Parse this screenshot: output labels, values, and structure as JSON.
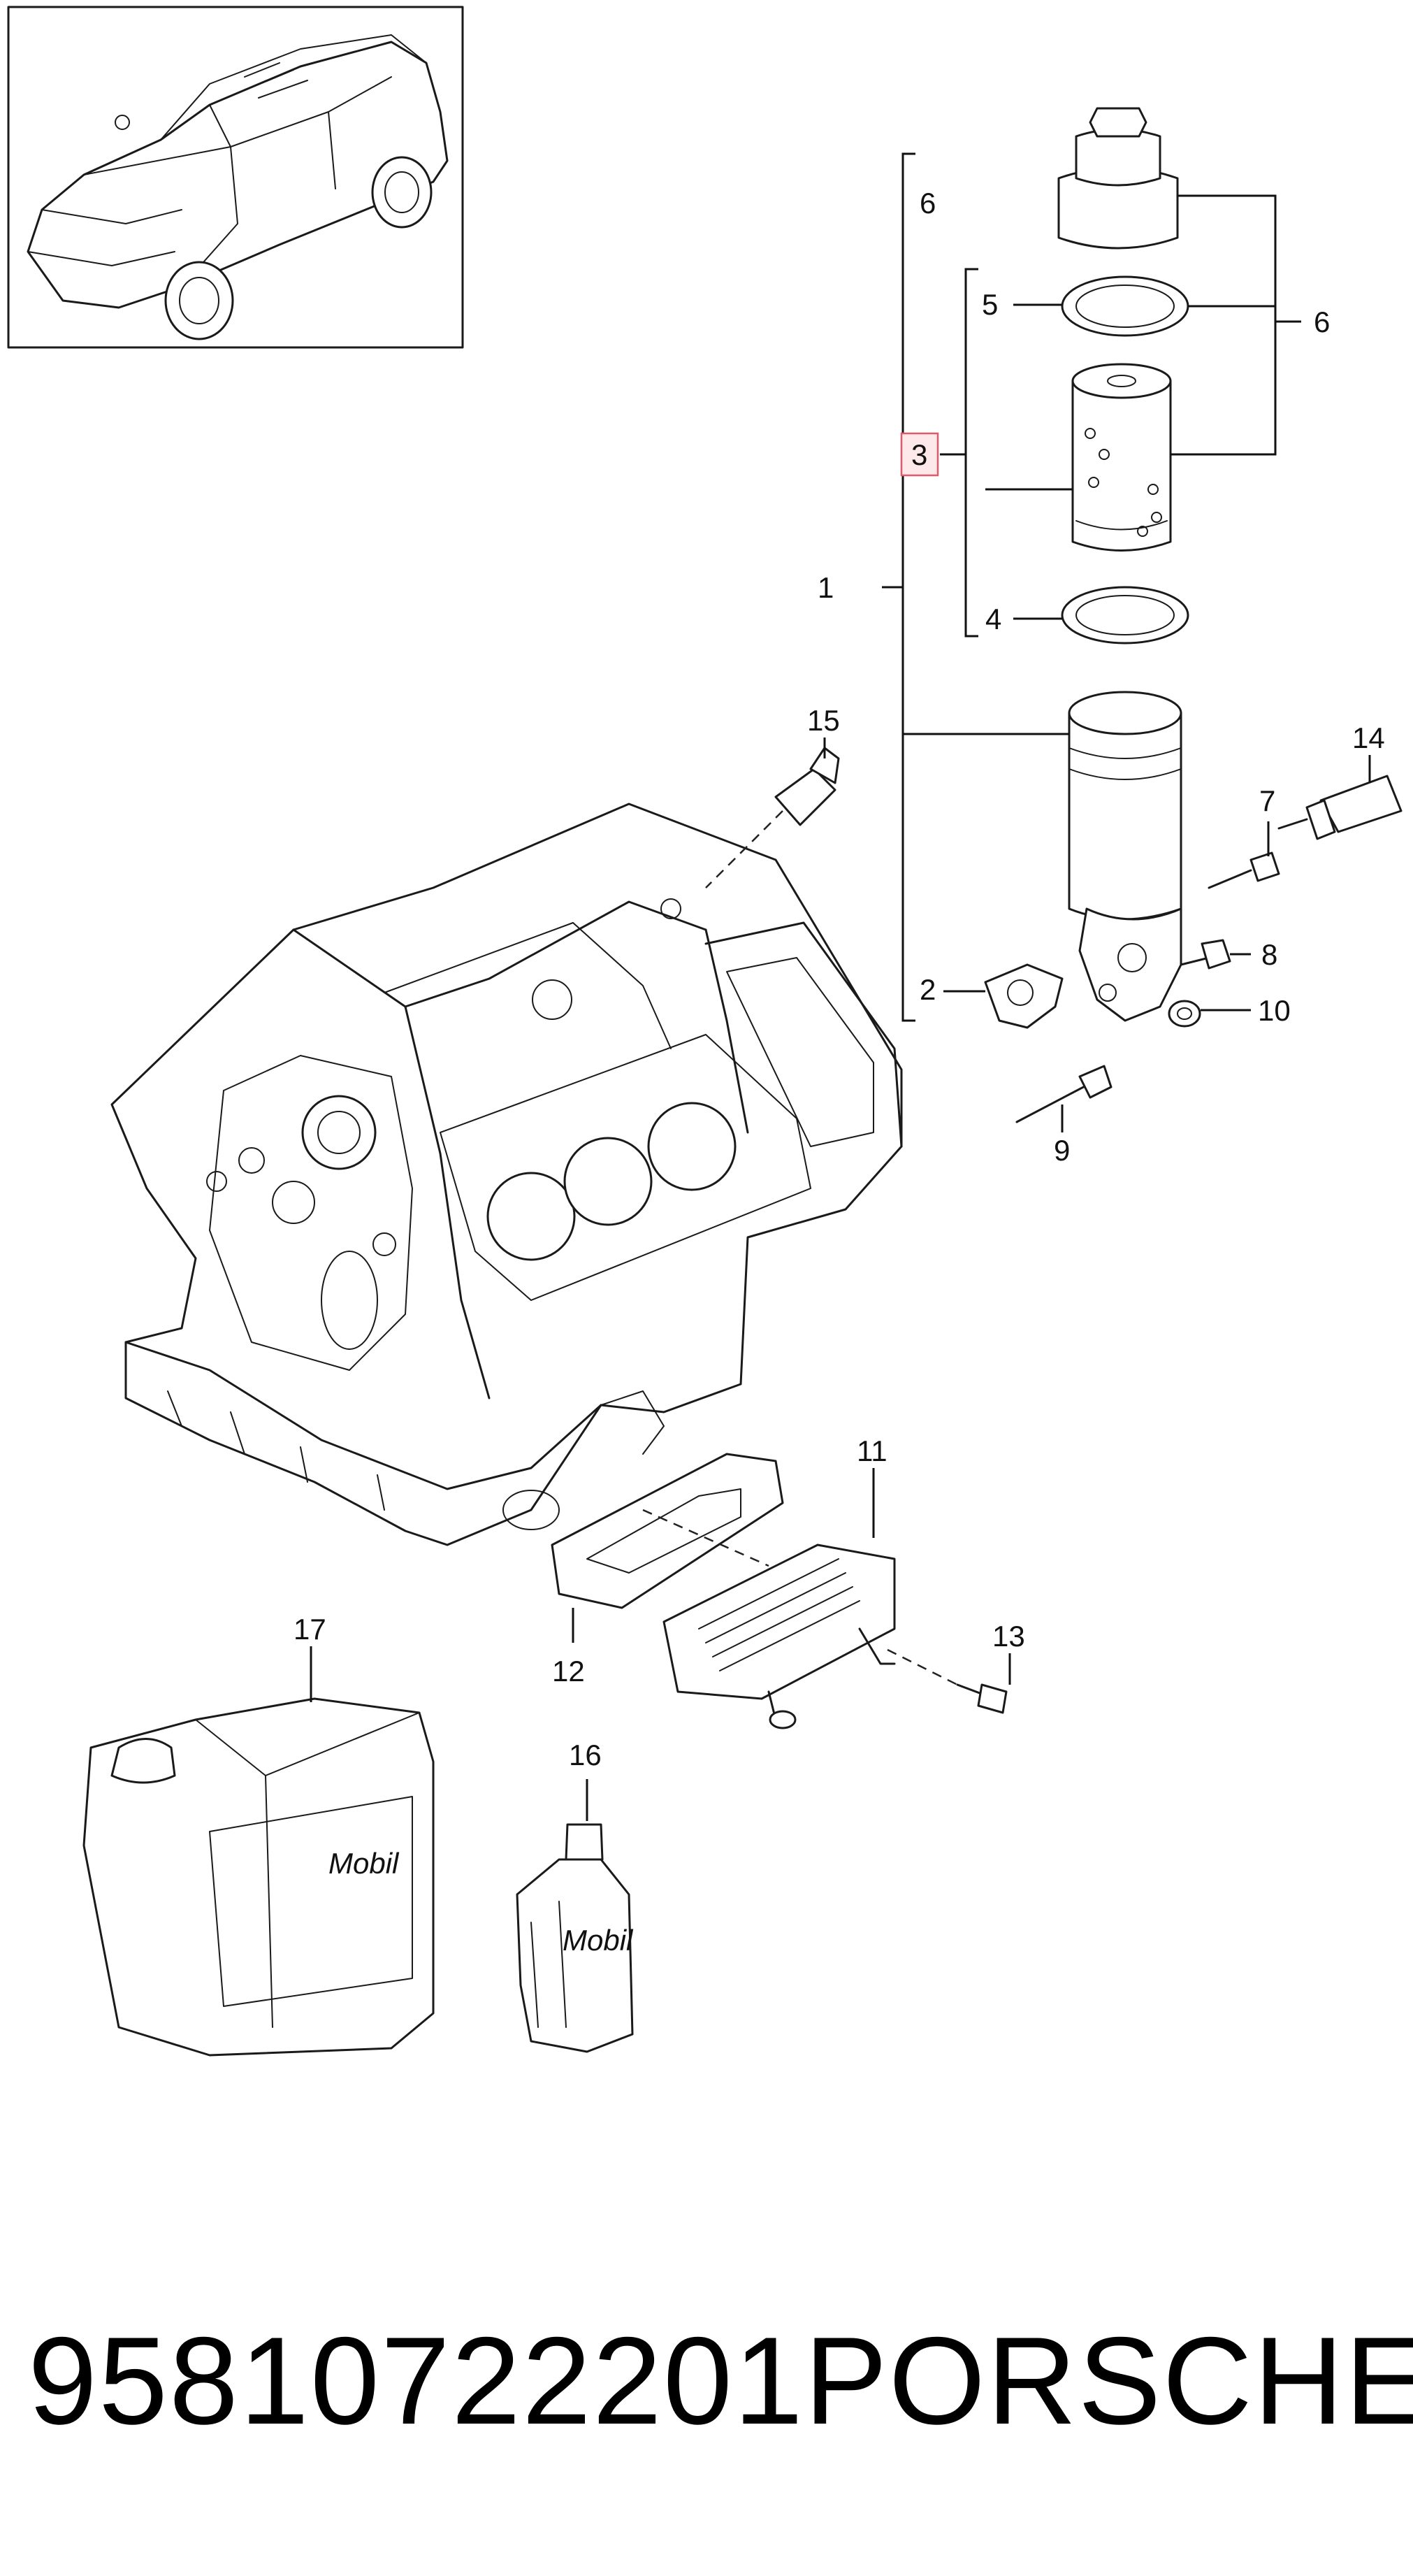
{
  "labels": {
    "l1": "1",
    "l2": "2",
    "l3": "3",
    "l4": "4",
    "l5": "5",
    "l6a": "6",
    "l6b": "6",
    "l7": "7",
    "l8": "8",
    "l9": "9",
    "l10": "10",
    "l11": "11",
    "l12": "12",
    "l13": "13",
    "l14": "14",
    "l15": "15",
    "l16": "16",
    "l17": "17"
  },
  "brand_text": {
    "jug": "Mobil",
    "bottle": "Mobil"
  },
  "footer": {
    "part_number": "95810722201",
    "brand": "PORSCHE"
  },
  "highlight_color": "#e05a6a"
}
